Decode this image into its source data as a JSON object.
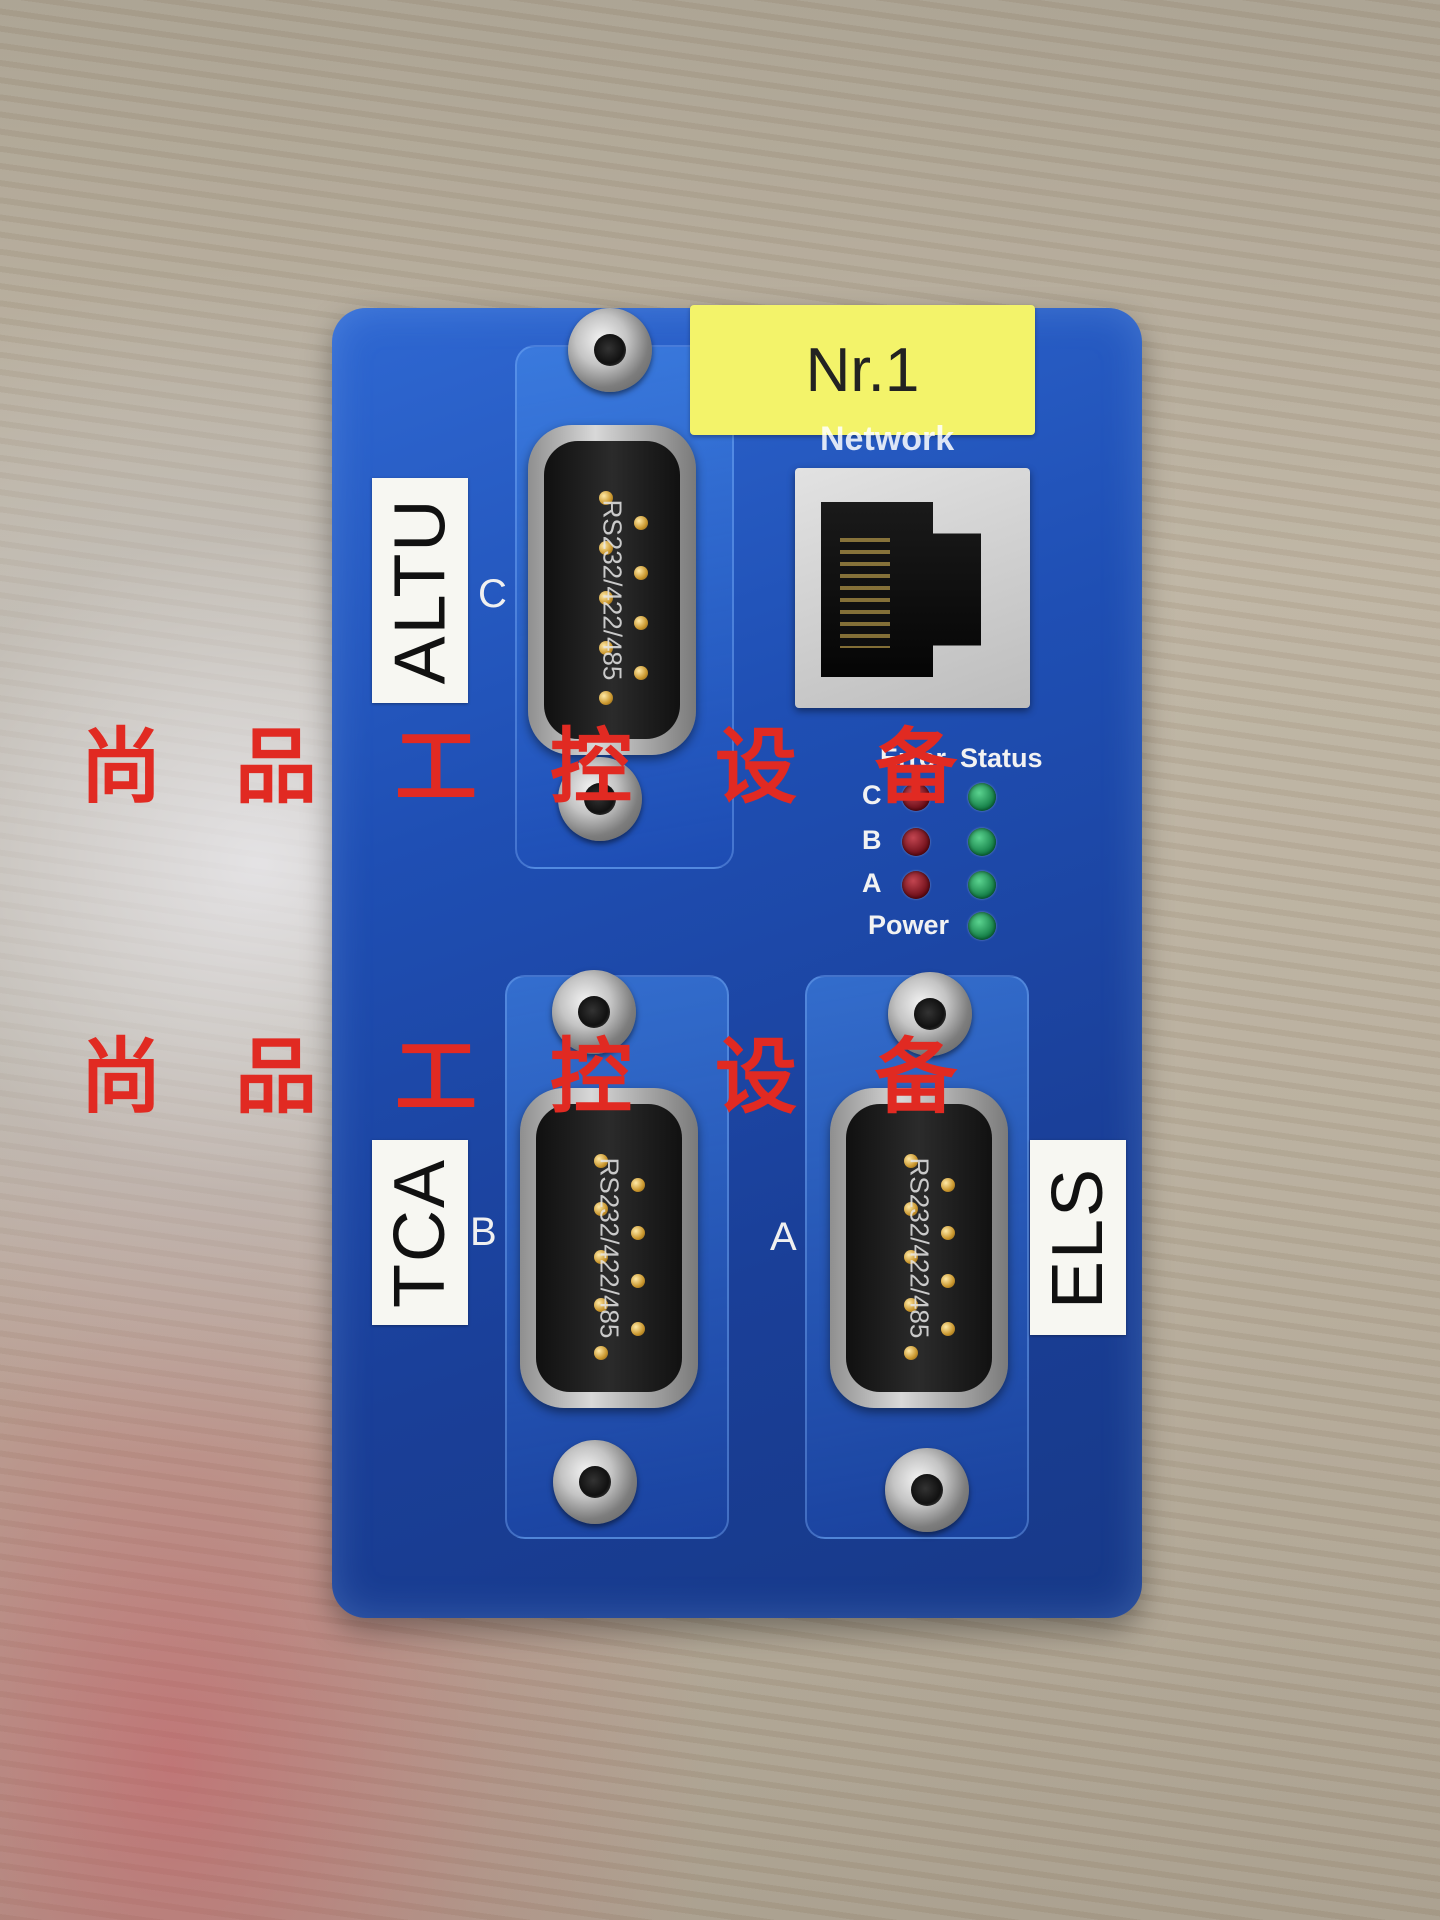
{
  "device": {
    "number_label": "Nr.1",
    "network_label": "Network",
    "colors": {
      "housing": "#1f4fb4",
      "number_tag": "#f3f36a",
      "watermark": "#e12a22"
    }
  },
  "ports": {
    "c": {
      "letter": "C",
      "name_tag": "ALTU",
      "connector_text": "RS232/422/485"
    },
    "b": {
      "letter": "B",
      "name_tag": "TCA",
      "connector_text": "RS232/422/485"
    },
    "a": {
      "letter": "A",
      "name_tag": "ELS",
      "connector_text": "RS232/422/485"
    }
  },
  "leds": {
    "error_label": "Error",
    "status_label": "Status",
    "rows": [
      {
        "label": "C"
      },
      {
        "label": "B"
      },
      {
        "label": "A"
      }
    ],
    "power_label": "Power"
  },
  "watermark": {
    "chars": [
      "尚",
      "品",
      "工",
      "控",
      "设",
      "备"
    ]
  }
}
